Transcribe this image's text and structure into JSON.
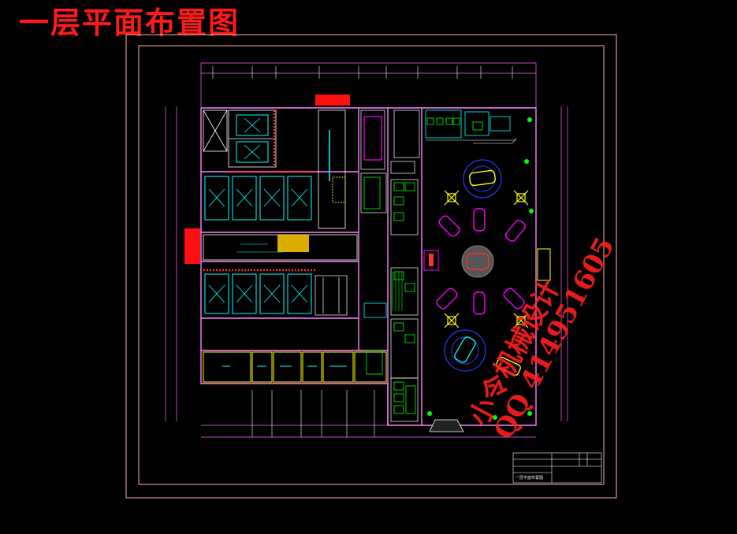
{
  "drawing": {
    "title": "一层平面布置图",
    "colors": {
      "background": "#000000",
      "frame": "#ff9999",
      "wall": "#ff80ff",
      "fixture": "#00ffff",
      "furniture": "#00ff00",
      "car": "#ff00ff",
      "highlight": "#ff0000",
      "accent": "#ffff00",
      "stair": "#ffcc00"
    }
  },
  "watermark": {
    "line1": "小令机械设计",
    "line2": "QQ 414951605"
  },
  "title_block": {
    "drawing_name": "一层平面布置图"
  }
}
